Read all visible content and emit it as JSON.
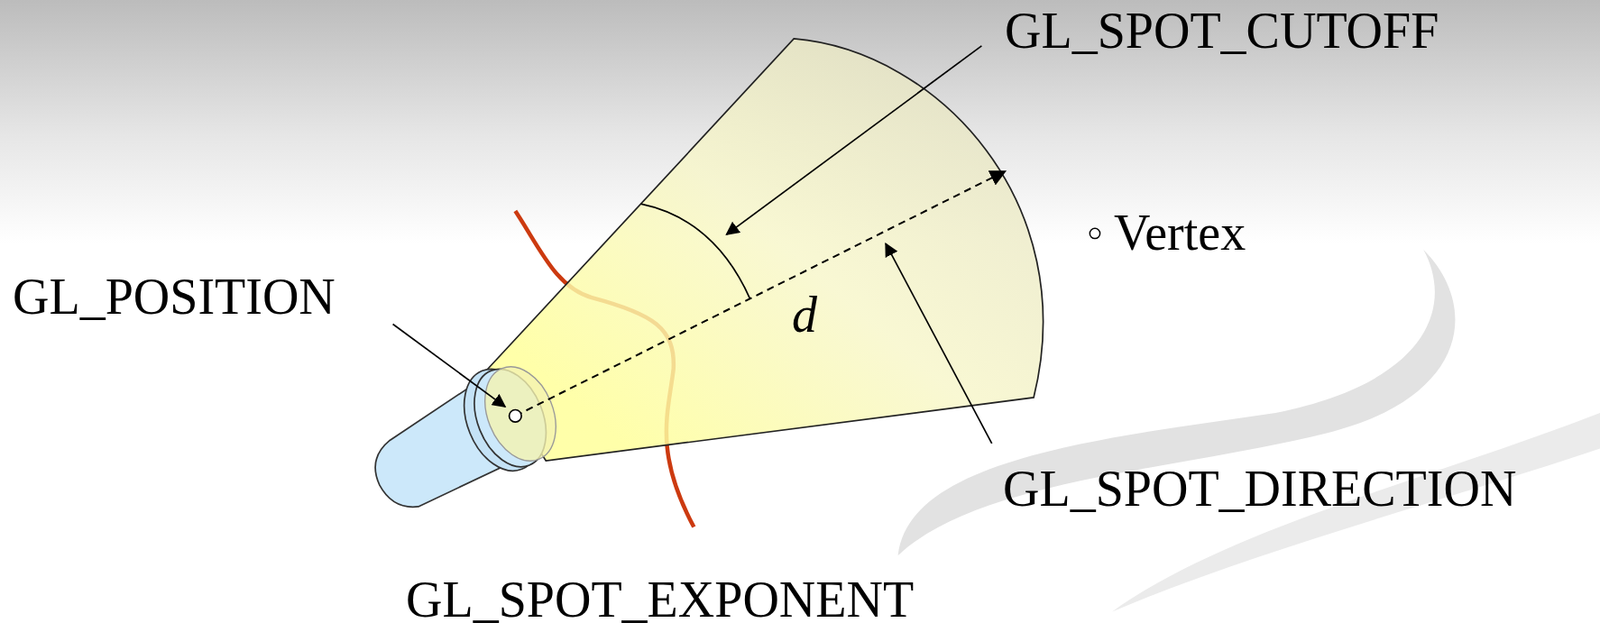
{
  "diagram": {
    "labels": [
      "GL_SPOT_CUTOFF",
      "GL_POSITION",
      "d",
      "Vertex",
      "GL_SPOT_DIRECTION",
      "GL_SPOT_EXPONENT"
    ]
  }
}
